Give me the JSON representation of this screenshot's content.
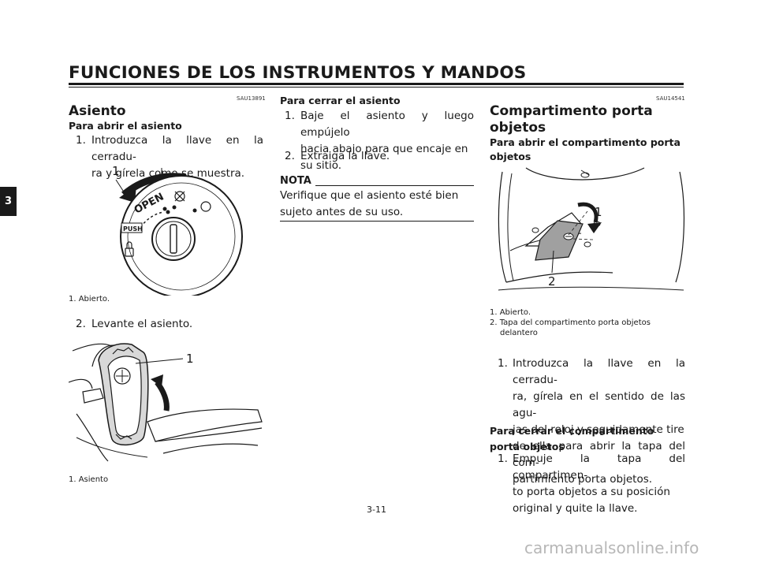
{
  "header": {
    "title": "FUNCIONES DE LOS INSTRUMENTOS Y MANDOS"
  },
  "chapter_tab": "3",
  "page_number": "3-11",
  "watermark": "carmanualsonline.info",
  "col1": {
    "code": "SAU13891",
    "title": "Asiento",
    "subtitle_open": "Para abrir el asiento",
    "step1": {
      "num": "1.",
      "lines": [
        "Introduzca la llave en la cerradu-",
        "ra y gírela como se muestra."
      ]
    },
    "fig1": {
      "callout": "1",
      "open_text": "OPEN",
      "push_text": "PUSH",
      "caption": "1. Abierto."
    },
    "step2": {
      "num": "2.",
      "text": "Levante el asiento."
    },
    "fig2": {
      "callout": "1",
      "caption": "1. Asiento"
    }
  },
  "col2": {
    "subtitle_close": "Para cerrar el asiento",
    "step1": {
      "num": "1.",
      "lines": [
        "Baje el asiento y luego empújelo",
        "hacia abajo para que encaje en",
        "su sitio."
      ]
    },
    "step2": {
      "num": "2.",
      "text": "Extraiga la llave."
    },
    "nota_label": "NOTA",
    "nota_lines": [
      "Verifique que el asiento esté bien",
      "sujeto antes de su uso."
    ]
  },
  "col3": {
    "code": "SAU14541",
    "title_lines": [
      "Compartimento porta",
      "objetos"
    ],
    "subtitle_open_lines": [
      "Para abrir el compartimento porta",
      "objetos"
    ],
    "fig3": {
      "callout1": "1",
      "callout2": "2",
      "caption1": "1. Abierto.",
      "caption2_lines": [
        "2. Tapa del compartimento porta objetos",
        "delantero"
      ]
    },
    "step1": {
      "num": "1.",
      "lines": [
        "Introduzca la llave en la cerradu-",
        "ra, gírela en el sentido de las agu-",
        "jas del reloj y seguidamente tire",
        "de ella para abrir la tapa del com-",
        "partimiento porta objetos."
      ]
    },
    "subtitle_close_lines": [
      "Para cerrar el compartimento",
      "porta objetos"
    ],
    "step_close": {
      "num": "1.",
      "lines": [
        "Empuje la tapa del compartimen-",
        "to porta objetos a su posición",
        "original y quite la llave."
      ]
    }
  }
}
